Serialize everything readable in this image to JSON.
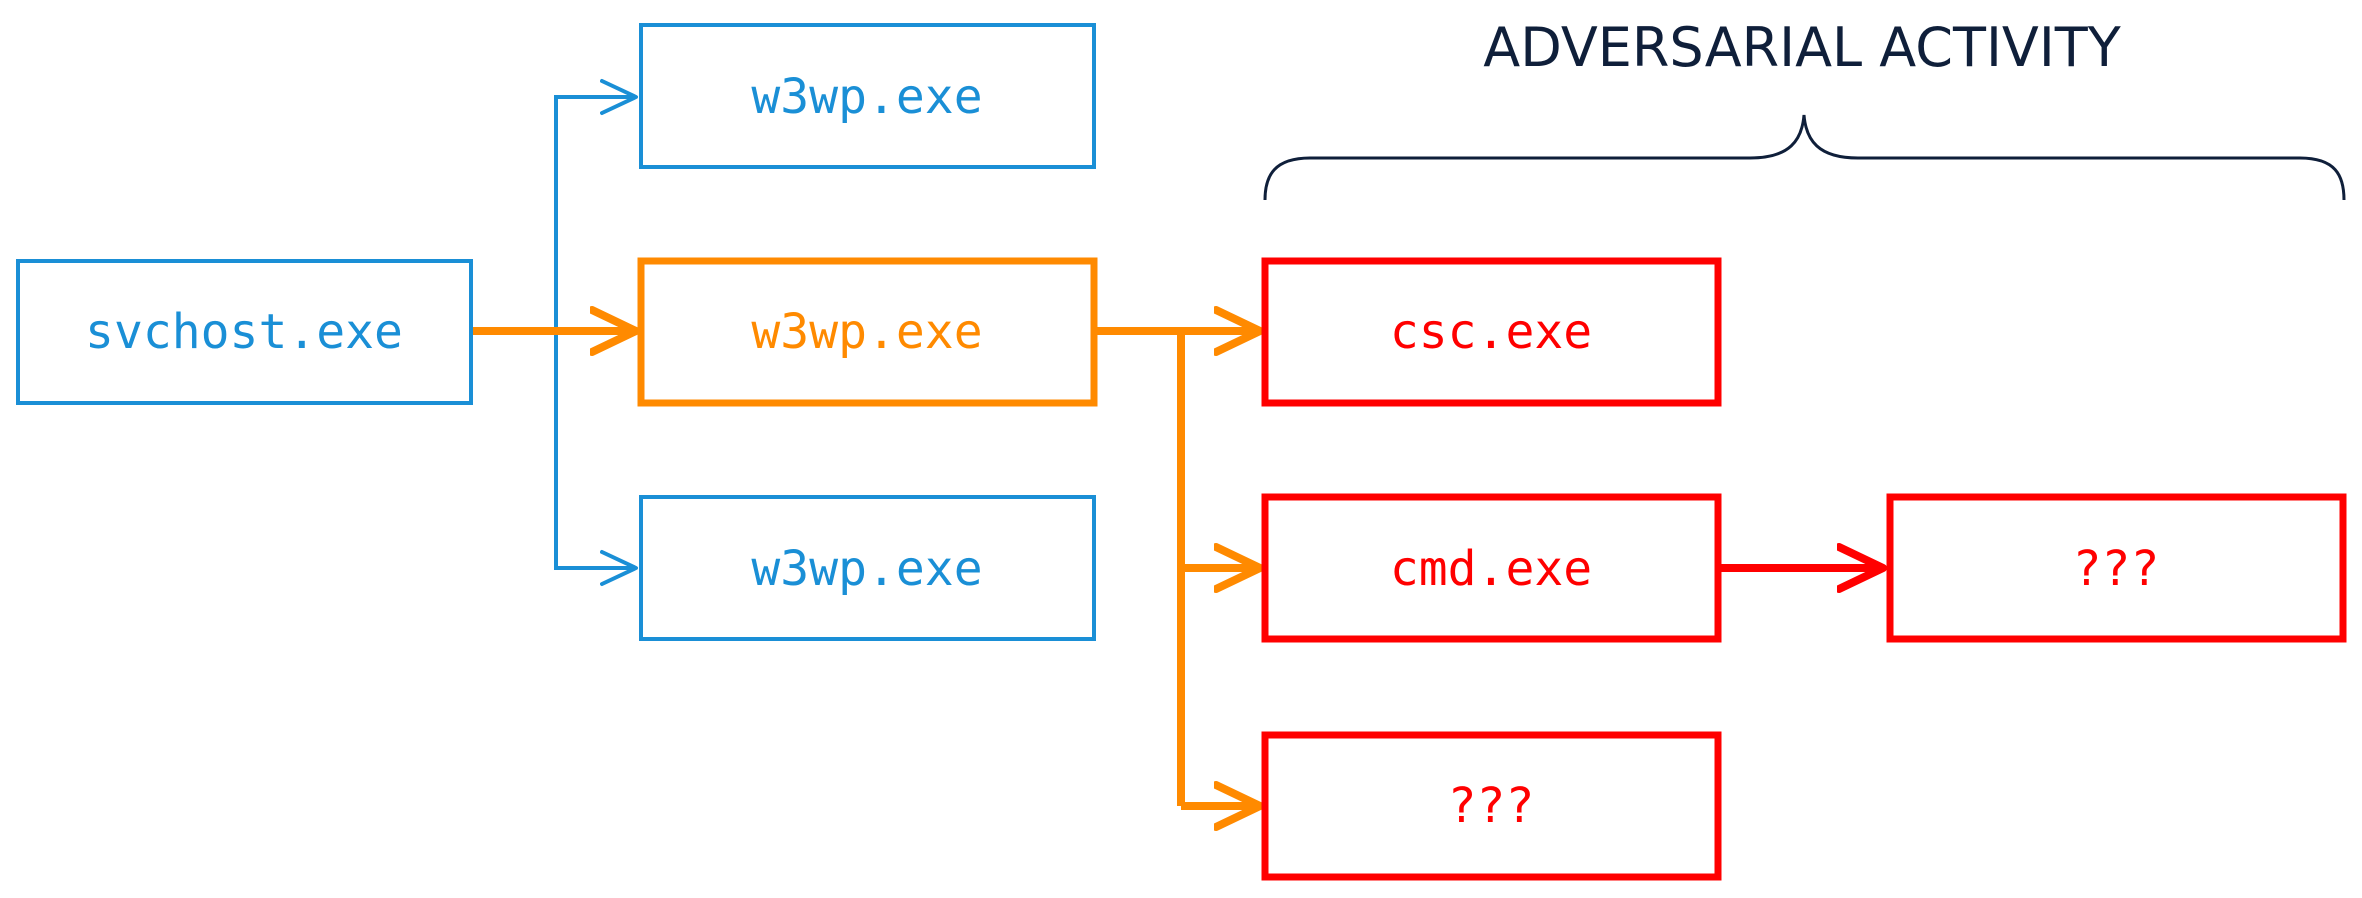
{
  "heading": "ADVERSARIAL ACTIVITY",
  "colors": {
    "benign": "#1a8fd6",
    "active": "#ff8a00",
    "adversarial": "#ff0000",
    "heading": "#0f1f3a"
  },
  "nodes": {
    "svchost": {
      "label": "svchost.exe",
      "kind": "benign"
    },
    "w3wp_top": {
      "label": "w3wp.exe",
      "kind": "benign"
    },
    "w3wp_mid": {
      "label": "w3wp.exe",
      "kind": "active"
    },
    "w3wp_bottom": {
      "label": "w3wp.exe",
      "kind": "benign"
    },
    "csc": {
      "label": "csc.exe",
      "kind": "adversarial"
    },
    "cmd": {
      "label": "cmd.exe",
      "kind": "adversarial"
    },
    "unknown_child": {
      "label": "???",
      "kind": "adversarial"
    },
    "unknown_cmd_child": {
      "label": "???",
      "kind": "adversarial"
    }
  },
  "edges": [
    {
      "from": "svchost",
      "to": "w3wp_top",
      "kind": "benign"
    },
    {
      "from": "svchost",
      "to": "w3wp_mid",
      "kind": "active"
    },
    {
      "from": "svchost",
      "to": "w3wp_bottom",
      "kind": "benign"
    },
    {
      "from": "w3wp_mid",
      "to": "csc",
      "kind": "active"
    },
    {
      "from": "w3wp_mid",
      "to": "cmd",
      "kind": "active"
    },
    {
      "from": "w3wp_mid",
      "to": "unknown_child",
      "kind": "active"
    },
    {
      "from": "cmd",
      "to": "unknown_cmd_child",
      "kind": "adversarial"
    }
  ]
}
